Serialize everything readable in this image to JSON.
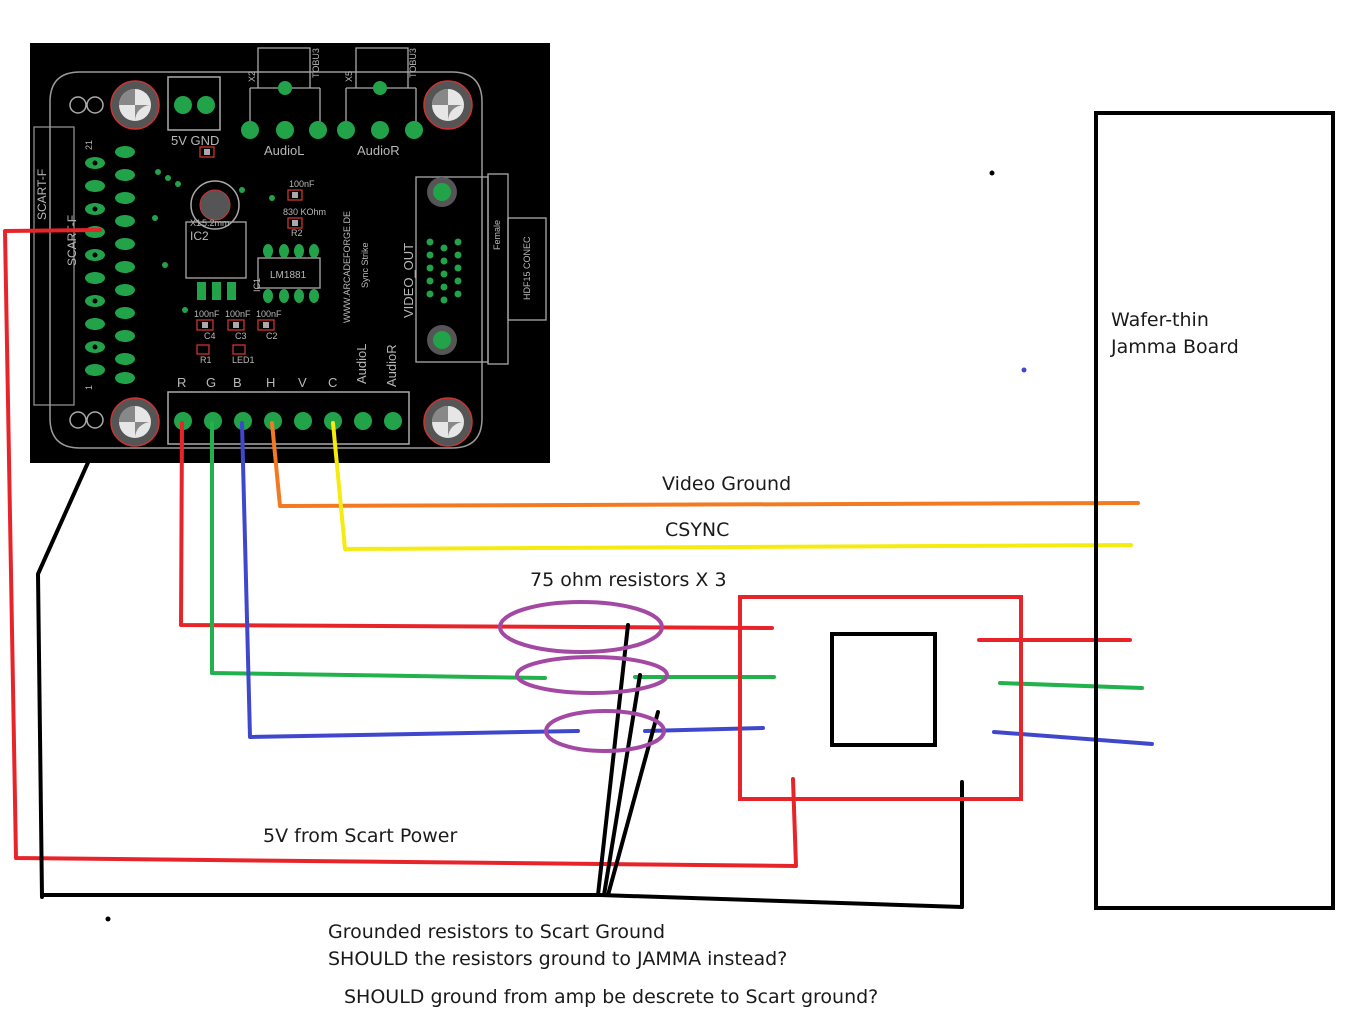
{
  "pcb": {
    "title_url": "WWW.ARCADEFORGE.DE",
    "board_name": "Sync Strike",
    "power_label": "5V  GND",
    "audio_left": "AudioL",
    "audio_right": "AudioR",
    "audio_conn_left": "X2",
    "audio_conn_right": "X5",
    "audio_conn_part": "TOBU3",
    "scart_label": "SCART-F",
    "ic2": "IC2",
    "ic1": "IC1",
    "chip": "LM1881",
    "video_out": "VIDEO_OUT",
    "female": "Female",
    "hdf": "HDF15 CONEC",
    "pin_labels": [
      "R",
      "G",
      "B",
      "H",
      "V",
      "C",
      "AudioL",
      "AudioR"
    ],
    "scart_pin_top": "21",
    "scart_pin_bottom": "1",
    "small_labels": [
      "100nF",
      "830 KOhm",
      "R2",
      "100nF",
      "100nF",
      "100nF",
      "C4",
      "C3",
      "C2",
      "R1",
      "LED1",
      "X1",
      "5.2mm"
    ]
  },
  "wires": {
    "video_ground": "Video Ground",
    "csync": "CSYNC",
    "resistors": "75 ohm resistors X 3",
    "scart_power": "5V from Scart Power"
  },
  "jamma": {
    "line1": "Wafer-thin",
    "line2": "Jamma Board"
  },
  "notes": {
    "line1": "Grounded resistors to Scart Ground",
    "line2": "SHOULD the resistors ground to JAMMA instead?",
    "line3": "SHOULD ground from amp be descrete to Scart ground?"
  },
  "colors": {
    "red": "#e8242b",
    "green": "#22b14c",
    "blue": "#3f48cc",
    "orange": "#f47a22",
    "yellow": "#f5eb10",
    "purple": "#a349a4",
    "black": "#000000",
    "pcb_bg": "#000000",
    "pad": "#22a34a"
  }
}
